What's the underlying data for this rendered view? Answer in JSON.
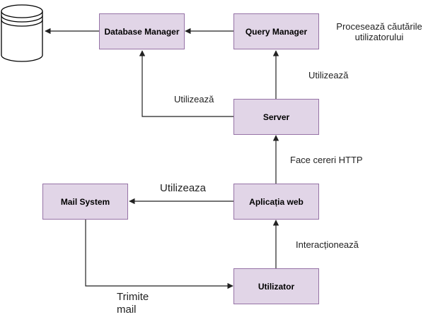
{
  "nodes": {
    "database_manager": "Database Manager",
    "query_manager": "Query Manager",
    "server": "Server",
    "web_app": "Aplicația web",
    "mail_system": "Mail System",
    "user": "Utilizator"
  },
  "edge_labels": {
    "query_note_line1": "Procesează căutările",
    "query_note_line2": "utilizatorului",
    "server_to_query": "Utilizează",
    "server_to_db": "Utilizează",
    "web_to_server": "Face cereri HTTP",
    "web_to_mail": "Utilizeaza",
    "user_to_web": "Interacționează",
    "mail_to_user_line1": "Trimite",
    "mail_to_user_line2": "mail"
  },
  "colors": {
    "node_fill": "#e1d5e7",
    "node_border": "#9673a6",
    "edge": "#222222"
  },
  "icons": {
    "storage": "database-cylinder-icon"
  }
}
